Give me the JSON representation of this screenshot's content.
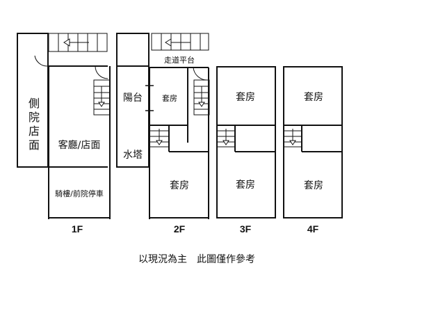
{
  "floors": {
    "f1": {
      "label": "1F",
      "side": "側院店面",
      "living": "客廳/店面",
      "front": "騎樓/前院停車"
    },
    "f2": {
      "label": "2F",
      "corridor": "走道平台",
      "balcony": "陽台",
      "tank": "水塔",
      "suite_small": "套房",
      "suite_large": "套房"
    },
    "f3": {
      "label": "3F",
      "suite_top": "套房",
      "suite_bottom": "套房"
    },
    "f4": {
      "label": "4F",
      "suite_top": "套房",
      "suite_bottom": "套房"
    }
  },
  "note": "以現況為主　此圖僅作參考"
}
